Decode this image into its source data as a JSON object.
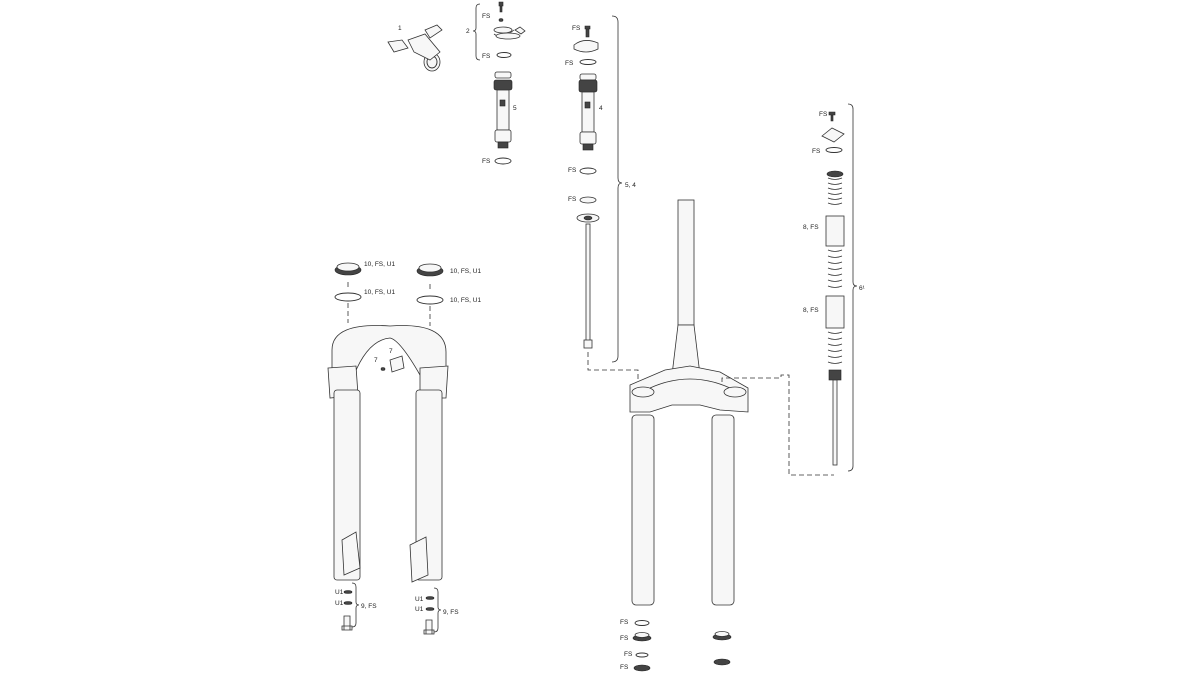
{
  "callouts": {
    "c1": "1",
    "c2": "2",
    "fs_top_left_1": "FS",
    "fs_top_left_2": "FS",
    "c5": "5",
    "fs_left_bottom": "FS",
    "fs_mid_top": "FS",
    "fs_mid_ring": "FS",
    "c4": "4",
    "fs_mid_lower1": "FS",
    "fs_mid_lower2": "FS",
    "c54": "5, 4",
    "fs_right_bolt": "FS",
    "fs_right_ring": "FS",
    "c8fs_1": "8, FS",
    "c8fs_2": "8, FS",
    "c6": "6¹",
    "seal_l1": "10, FS, U1",
    "seal_l2": "10, FS, U1",
    "seal_r1": "10, FS, U1",
    "seal_r2": "10, FS, U1",
    "c7a": "7",
    "c7b": "7",
    "u1_l1": "U1",
    "u1_l2": "U1",
    "c9fs_l": "9, FS",
    "u1_r1": "U1",
    "u1_r2": "U1",
    "c9fs_r": "9, FS",
    "fs_bot_1": "FS",
    "fs_bot_2": "FS",
    "fs_bot_3": "FS",
    "fs_bot_4": "FS"
  },
  "colors": {
    "ink": "#333333",
    "background": "#ffffff"
  }
}
